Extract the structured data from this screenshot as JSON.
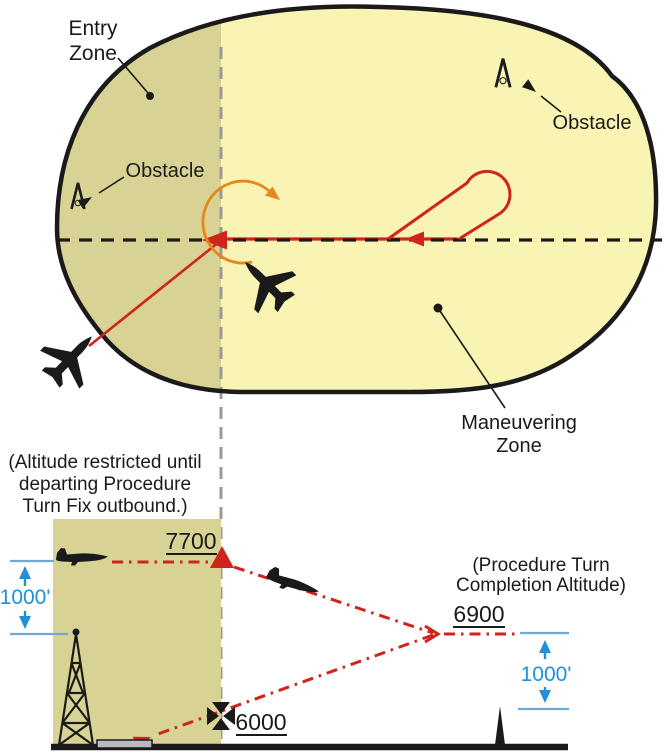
{
  "colors": {
    "maneuvering_zone_fill": "#f9f3b4",
    "entry_zone_fill": "#d8d394",
    "flight_path_red": "#ce241c",
    "turn_arrow_orange": "#e8861c",
    "dimension_blue": "#2090d8",
    "dimension_line_blue": "#6fa8d4",
    "divider_gray": "#999999",
    "ink_black": "#1a1a1a",
    "runway_gray": "#b9b9c1"
  },
  "plan_view": {
    "entry_zone_label": [
      "Entry",
      "Zone"
    ],
    "obstacle_left_label": "Obstacle",
    "obstacle_right_label": "Obstacle",
    "maneuvering_zone_label": [
      "Maneuvering",
      "Zone"
    ]
  },
  "profile_view": {
    "altitude_restriction_note": [
      "(Altitude restricted until",
      "departing Procedure",
      "Turn Fix outbound.)"
    ],
    "completion_altitude_note": [
      "(Procedure Turn",
      "Completion Altitude)"
    ],
    "fix_crossing_altitude": "7700",
    "completion_altitude": "6900",
    "faf_altitude": "6000",
    "obstacle_clearance_left": "1000'",
    "obstacle_clearance_right": "1000'"
  }
}
